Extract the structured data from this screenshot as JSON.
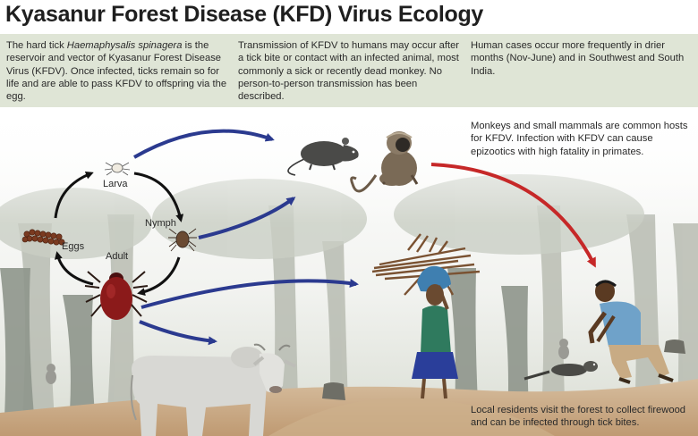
{
  "title": "Kyasanur Forest Disease (KFD) Virus Ecology",
  "info": {
    "col1_pre": "The hard tick ",
    "col1_species": "Haemaphysalis spinagera",
    "col1_post": " is the reservoir and vector of Kyasanur Forest Disease Virus (KFDV). Once infected, ticks remain so for life and are able to pass KFDV to offspring via the egg.",
    "col2": "Transmission of KFDV to humans may occur after a tick bite or contact with an infected animal, most commonly a sick or recently dead monkey. No person-to-person transmission has been described.",
    "col3": "Human cases occur more frequently in drier months (Nov-June) and in Southwest and South India."
  },
  "notes": {
    "hosts": "Monkeys and small mammals are common hosts for KFDV. Infection with KFDV can cause epizootics with high fatality in primates.",
    "residents": "Local residents visit the forest to collect firewood and can be infected through tick bites."
  },
  "lifecycle": {
    "larva": "Larva",
    "nymph": "Nymph",
    "adult": "Adult",
    "eggs": "Eggs"
  },
  "colors": {
    "transmission_arrow": "#2b3a8f",
    "lifecycle_arrow": "#111111",
    "monkey_to_human_arrow": "#c62828",
    "info_band": "#dfe5d6",
    "tick_body": "#8b1a1a"
  }
}
